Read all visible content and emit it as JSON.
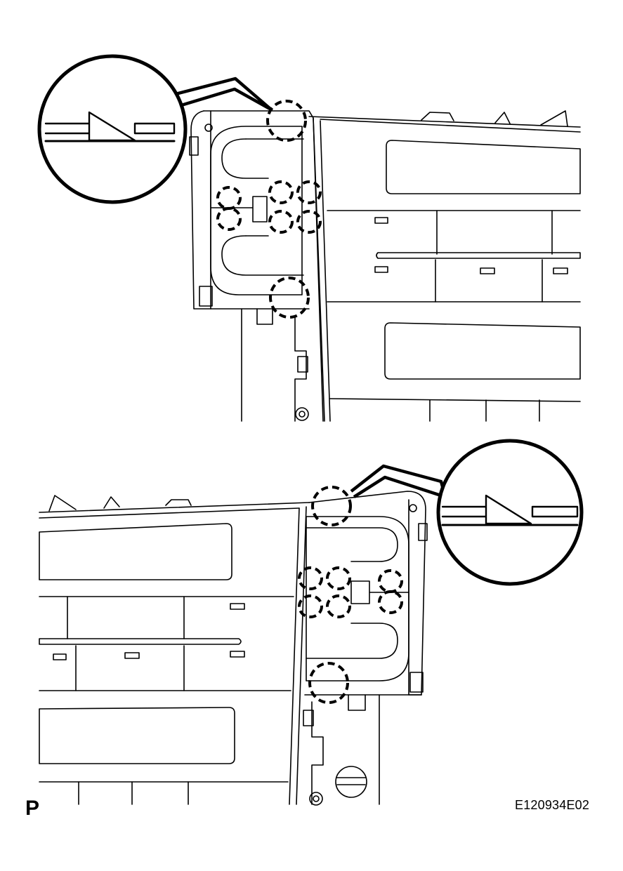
{
  "labels": {
    "page_marker": "P",
    "figure_code": "E120934E02"
  },
  "figures": [
    {
      "name": "upper-view",
      "side": "left-vent-clip-release",
      "callout": "magnified-clip-detail"
    },
    {
      "name": "lower-view",
      "side": "right-vent-clip-release",
      "callout": "magnified-clip-detail"
    }
  ],
  "colors": {
    "line": "#000000",
    "background": "#ffffff"
  }
}
